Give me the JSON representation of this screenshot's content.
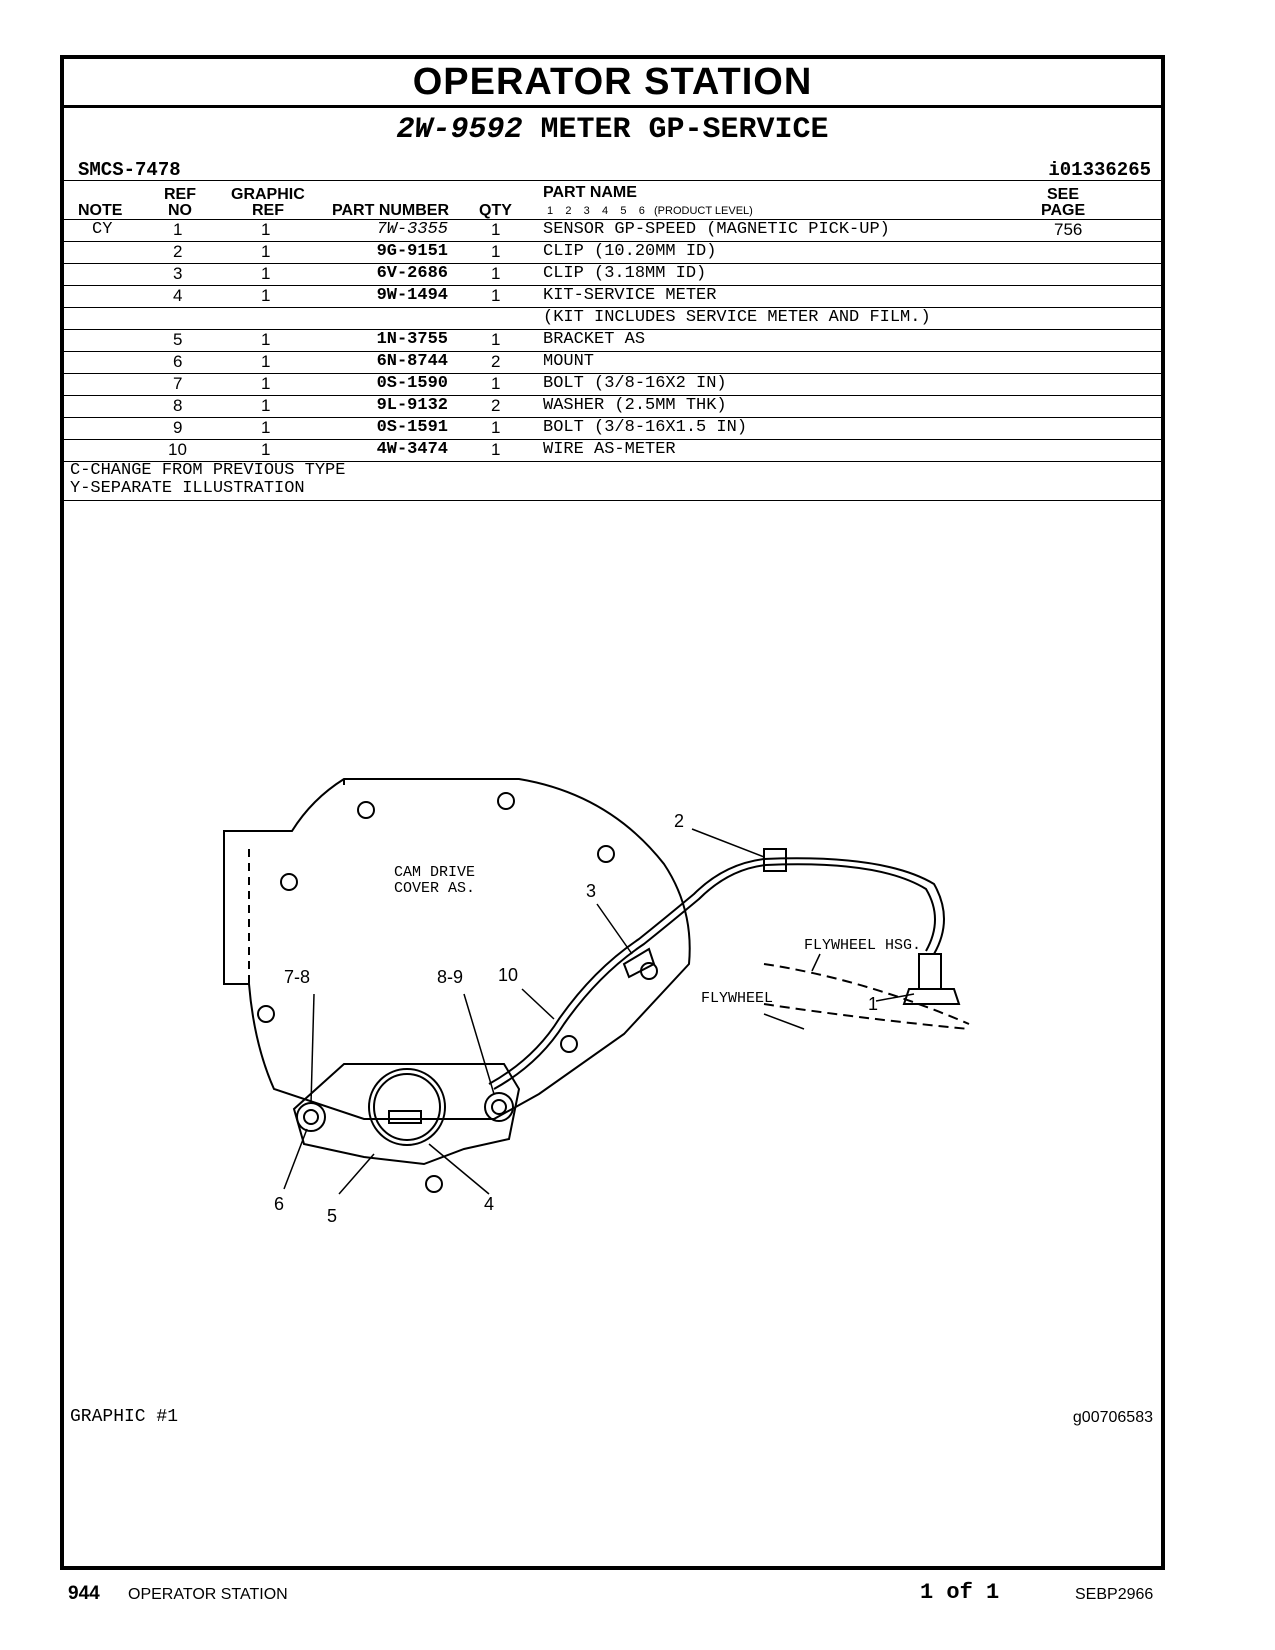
{
  "title": "OPERATOR STATION",
  "subtitle": {
    "part_number": "2W-9592",
    "description": "METER GP-SERVICE"
  },
  "smcs": "SMCS-7478",
  "identifier": "i01336265",
  "headers": {
    "note": "NOTE",
    "ref_1": "REF",
    "ref_2": "NO",
    "graphic_1": "GRAPHIC",
    "graphic_2": "REF",
    "part_number": "PART NUMBER",
    "qty": "QTY",
    "part_name": "PART NAME",
    "product_level": "1    2    3    4    5    6   (PRODUCT LEVEL)",
    "see_1": "SEE",
    "see_2": "PAGE"
  },
  "rows": [
    {
      "note": "CY",
      "ref": "1",
      "graphic": "1",
      "part": "7W-3355",
      "qty": "1",
      "name": "SENSOR GP-SPEED (MAGNETIC PICK-UP)",
      "see": "756"
    },
    {
      "note": "",
      "ref": "2",
      "graphic": "1",
      "part": "9G-9151",
      "qty": "1",
      "name": "CLIP (10.20MM ID)",
      "see": ""
    },
    {
      "note": "",
      "ref": "3",
      "graphic": "1",
      "part": "6V-2686",
      "qty": "1",
      "name": "CLIP (3.18MM ID)",
      "see": ""
    },
    {
      "note": "",
      "ref": "4",
      "graphic": "1",
      "part": "9W-1494",
      "qty": "1",
      "name": "KIT-SERVICE METER",
      "see": ""
    },
    {
      "note": "",
      "ref": "",
      "graphic": "",
      "part": "",
      "qty": "",
      "name": "(KIT INCLUDES SERVICE METER AND FILM.)",
      "see": ""
    },
    {
      "note": "",
      "ref": "5",
      "graphic": "1",
      "part": "1N-3755",
      "qty": "1",
      "name": "BRACKET AS",
      "see": ""
    },
    {
      "note": "",
      "ref": "6",
      "graphic": "1",
      "part": "6N-8744",
      "qty": "2",
      "name": "MOUNT",
      "see": ""
    },
    {
      "note": "",
      "ref": "7",
      "graphic": "1",
      "part": "0S-1590",
      "qty": "1",
      "name": "BOLT (3/8-16X2 IN)",
      "see": ""
    },
    {
      "note": "",
      "ref": "8",
      "graphic": "1",
      "part": "9L-9132",
      "qty": "2",
      "name": "WASHER (2.5MM THK)",
      "see": ""
    },
    {
      "note": "",
      "ref": "9",
      "graphic": "1",
      "part": "0S-1591",
      "qty": "1",
      "name": "BOLT (3/8-16X1.5 IN)",
      "see": ""
    },
    {
      "note": "",
      "ref": "10",
      "graphic": "1",
      "part": "4W-3474",
      "qty": "1",
      "name": "WIRE AS-METER",
      "see": ""
    }
  ],
  "legend": [
    "C-CHANGE FROM PREVIOUS TYPE",
    "Y-SEPARATE ILLUSTRATION"
  ],
  "illustration": {
    "labels": {
      "cover": [
        "CAM DRIVE",
        "COVER AS."
      ],
      "flywheel_hsg": "FLYWHEEL HSG.",
      "flywheel": "FLYWHEEL",
      "callouts": [
        "1",
        "2",
        "3",
        "4",
        "5",
        "6",
        "7-8",
        "8-9",
        "10"
      ]
    }
  },
  "graphic_label": "GRAPHIC #1",
  "graphic_id": "g00706583",
  "footer": {
    "page": "944",
    "section": "OPERATOR STATION",
    "of": "1 of 1",
    "doc": "SEBP2966"
  }
}
